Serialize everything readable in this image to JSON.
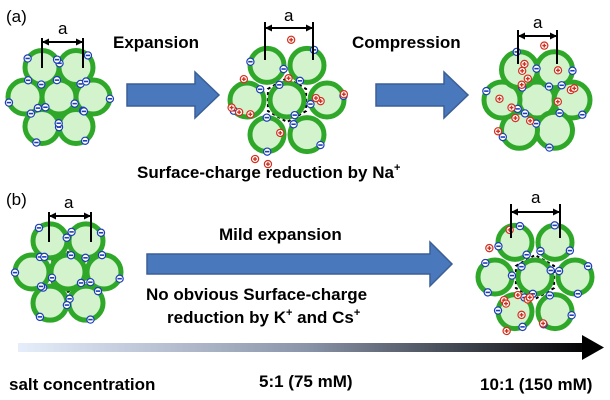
{
  "panel_a": {
    "label": "(a)",
    "lattice_label": "a",
    "step1": "Expansion",
    "step2": "Compression",
    "caption_main": "Surface-charge reduction by Na",
    "caption_sup": "+"
  },
  "panel_b": {
    "label": "(b)",
    "lattice_label": "a",
    "step": "Mild expansion",
    "caption_line1": "No obvious Surface-charge",
    "caption_line2_a": "reduction by K",
    "caption_line2_sup1": "+",
    "caption_line2_b": " and Cs",
    "caption_line2_sup2": "+"
  },
  "gradient_bar": {
    "label_left": "salt concentration",
    "label_mid": "5:1 (75 mM)",
    "label_right": "10:1 (150 mM)"
  },
  "colors": {
    "particle_fill": "#d2f3cc",
    "particle_ring": "#2fa82a",
    "arrow": "#4a78bd",
    "negative_charge": "#1d3fb5",
    "counterion": "#d2301f"
  }
}
